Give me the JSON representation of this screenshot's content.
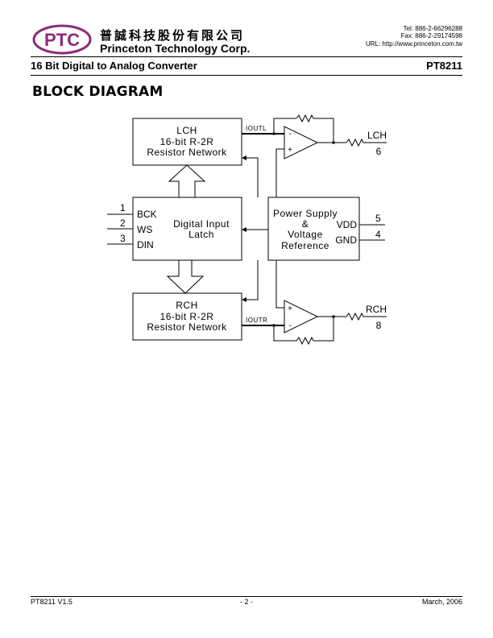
{
  "header": {
    "logo_text": "PTC",
    "company_cn": "普誠科技股份有限公司",
    "company_en": "Princeton Technology Corp.",
    "tel": "Tel: 886-2-66296288",
    "fax": "Fax: 886-2-29174598",
    "url": "URL: http://www.princeton.com.tw",
    "doc_title": "16 Bit Digital to Analog Converter",
    "part_no": "PT8211"
  },
  "section_heading": "BLOCK DIAGRAM",
  "diagram": {
    "lch_block": [
      "LCH",
      "16-bit R-2R",
      "Resistor Network"
    ],
    "rch_block": [
      "RCH",
      "16-bit R-2R",
      "Resistor Network"
    ],
    "latch_block": [
      "Digital Input",
      "Latch"
    ],
    "power_block": [
      "Power Supply",
      "&",
      "Voltage",
      "Reference"
    ],
    "inputs": [
      {
        "pin": "1",
        "name": "BCK"
      },
      {
        "pin": "2",
        "name": "WS"
      },
      {
        "pin": "3",
        "name": "DIN"
      }
    ],
    "power_pins": [
      {
        "pin": "5",
        "name": "VDD"
      },
      {
        "pin": "4",
        "name": "GND"
      }
    ],
    "iout_l": "IOUTL",
    "iout_r": "IOUTR",
    "out_l": {
      "name": "LCH",
      "pin": "6"
    },
    "out_r": {
      "name": "RCH",
      "pin": "8"
    },
    "opamp_minus": "-",
    "opamp_plus": "+"
  },
  "footer": {
    "version": "PT8211 V1.5",
    "page": "- 2 -",
    "date": "March, 2006"
  }
}
